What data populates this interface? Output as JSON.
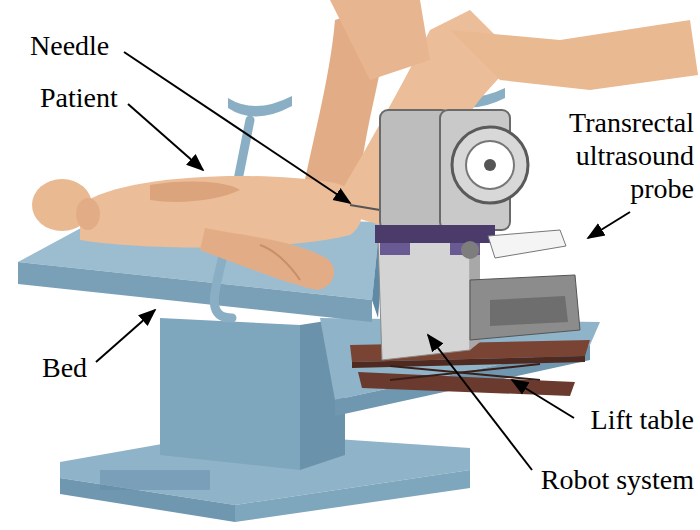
{
  "diagram": {
    "labels": [
      "Needle",
      "Patient",
      "Transrectal ultrasound probe",
      "Bed",
      "Lift table",
      "Robot system"
    ]
  }
}
